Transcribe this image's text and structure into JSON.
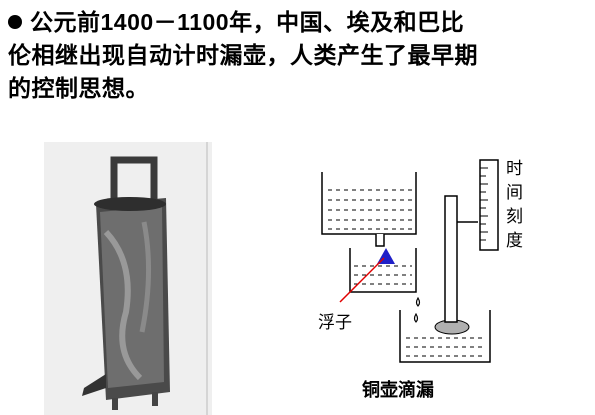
{
  "heading": {
    "p1": "公元前",
    "p2": "1400",
    "p3": "－",
    "p4": "1100",
    "p5": "年，中国、埃及和巴比",
    "line2": "伦相继出现自动计时漏壶，人类产生了最早期",
    "line3": "的控制思想。"
  },
  "diagram": {
    "scale_label": [
      "时",
      "间",
      "刻",
      "度"
    ],
    "float_label": "浮子",
    "caption": "铜壶滴漏"
  }
}
